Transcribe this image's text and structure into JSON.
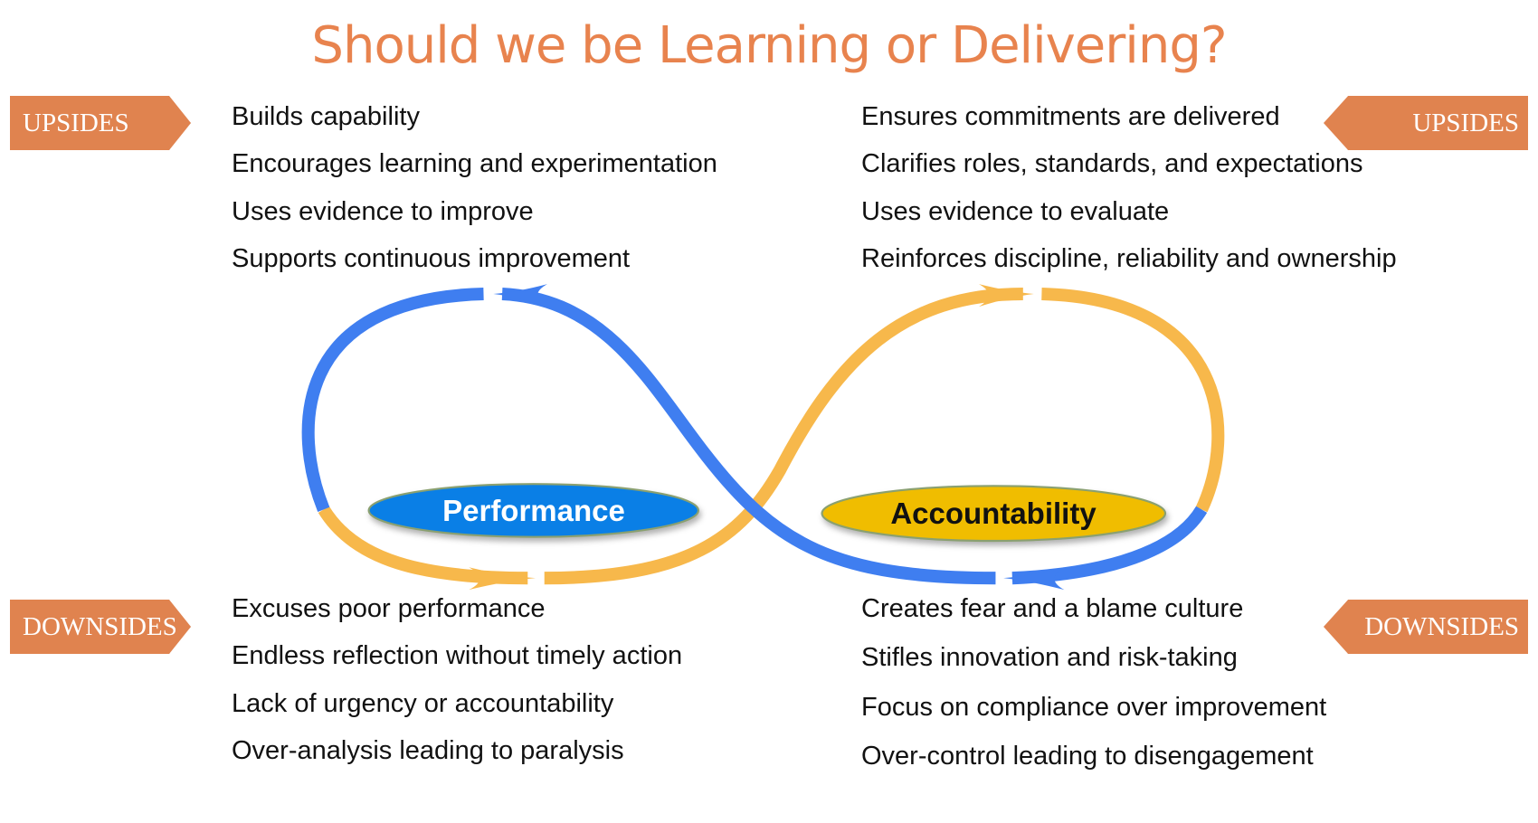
{
  "title": "Should we be Learning or Delivering?",
  "badges": {
    "upsides": "UPSIDES",
    "downsides": "DOWNSIDES"
  },
  "learning": {
    "label": "Performance",
    "upsides": [
      "Builds capability",
      "Encourages learning and experimentation",
      "Uses evidence to improve",
      "Supports continuous improvement"
    ],
    "downsides": [
      "Excuses poor performance",
      "Endless reflection without timely action",
      "Lack of urgency or accountability",
      "Over-analysis leading to paralysis"
    ]
  },
  "delivering": {
    "label": "Accountability",
    "upsides": [
      "Ensures commitments are delivered",
      "Clarifies roles, standards, and expectations",
      "Uses evidence to evaluate",
      "Reinforces discipline, reliability and ownership"
    ],
    "downsides": [
      "Creates fear and a blame culture",
      "Stifles innovation and risk-taking",
      "Focus on compliance over improvement",
      "Over-control leading to disengagement"
    ]
  },
  "colors": {
    "title": "#e8834e",
    "badge": "#e0834f",
    "blue": "#3f7ef0",
    "yellow": "#f7b84b",
    "performance": "#0a7fe6",
    "accountability": "#f0bd00"
  }
}
